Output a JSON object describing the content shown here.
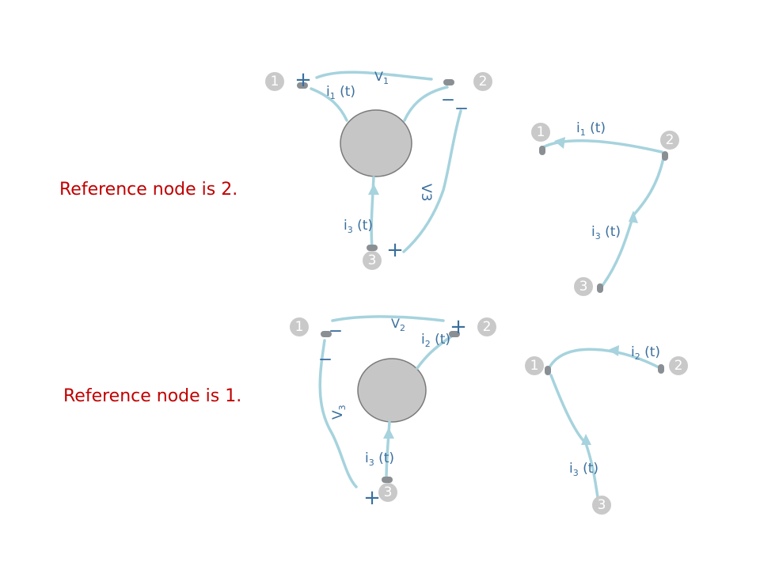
{
  "diagram_top": {
    "caption": "Reference node is 2.",
    "nodes": [
      "1",
      "2",
      "3"
    ],
    "voltage_1": "V",
    "voltage_1_sub": "1",
    "voltage_3_rotated": "V3",
    "current_1": "i",
    "current_1_sub": "1",
    "current_3": "i",
    "current_3_sub": "3",
    "current_suffix": " (t)",
    "plus": "+",
    "minus": "_"
  },
  "diagram_bottom": {
    "caption": "Reference node is 1.",
    "nodes": [
      "1",
      "2",
      "3"
    ],
    "voltage_2": "V",
    "voltage_2_sub": "2",
    "voltage_3": "V",
    "voltage_3_sub": "3",
    "current_2": "i",
    "current_2_sub": "2",
    "current_3": "i",
    "current_3_sub": "3",
    "current_suffix": " (t)",
    "plus": "+",
    "minus": "_"
  },
  "colors": {
    "wire": "#a6d3dd",
    "label": "#3a6f9e",
    "caption": "#c00000",
    "node_fill": "#c9c9c9",
    "ball": "#c6c6c6"
  }
}
